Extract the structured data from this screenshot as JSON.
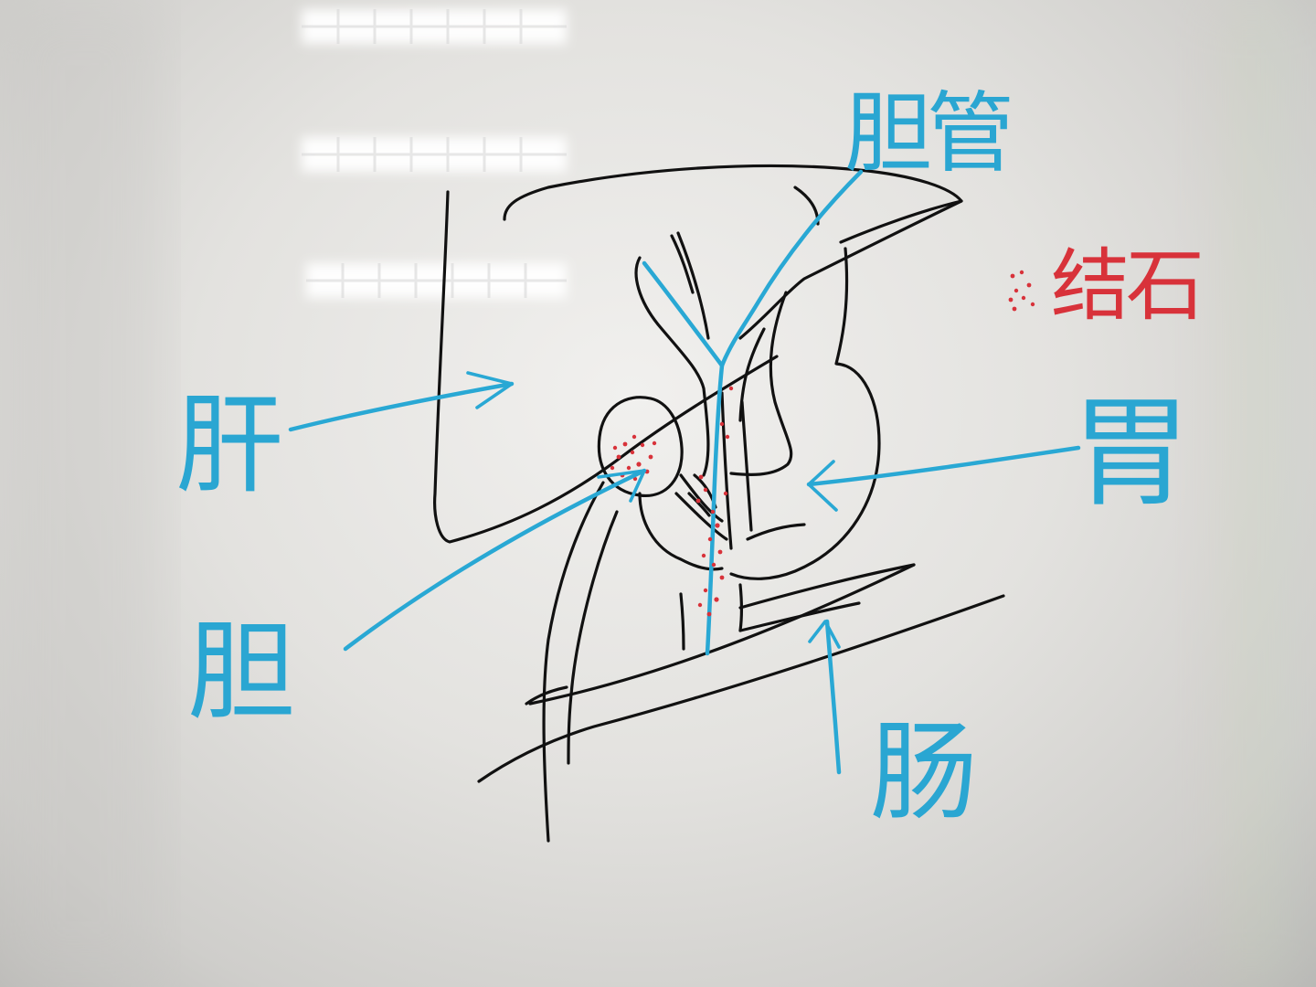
{
  "labels": {
    "liver": "肝",
    "gallbladder": "胆",
    "bile_duct": "胆管",
    "stone": "结石",
    "stomach": "胃",
    "intestine": "肠"
  },
  "colors": {
    "board": "#e3e2df",
    "black_ink": "#111111",
    "blue_ink": "#29a8d4",
    "red_ink": "#d8323a",
    "ceiling_light": "#fafafa"
  }
}
